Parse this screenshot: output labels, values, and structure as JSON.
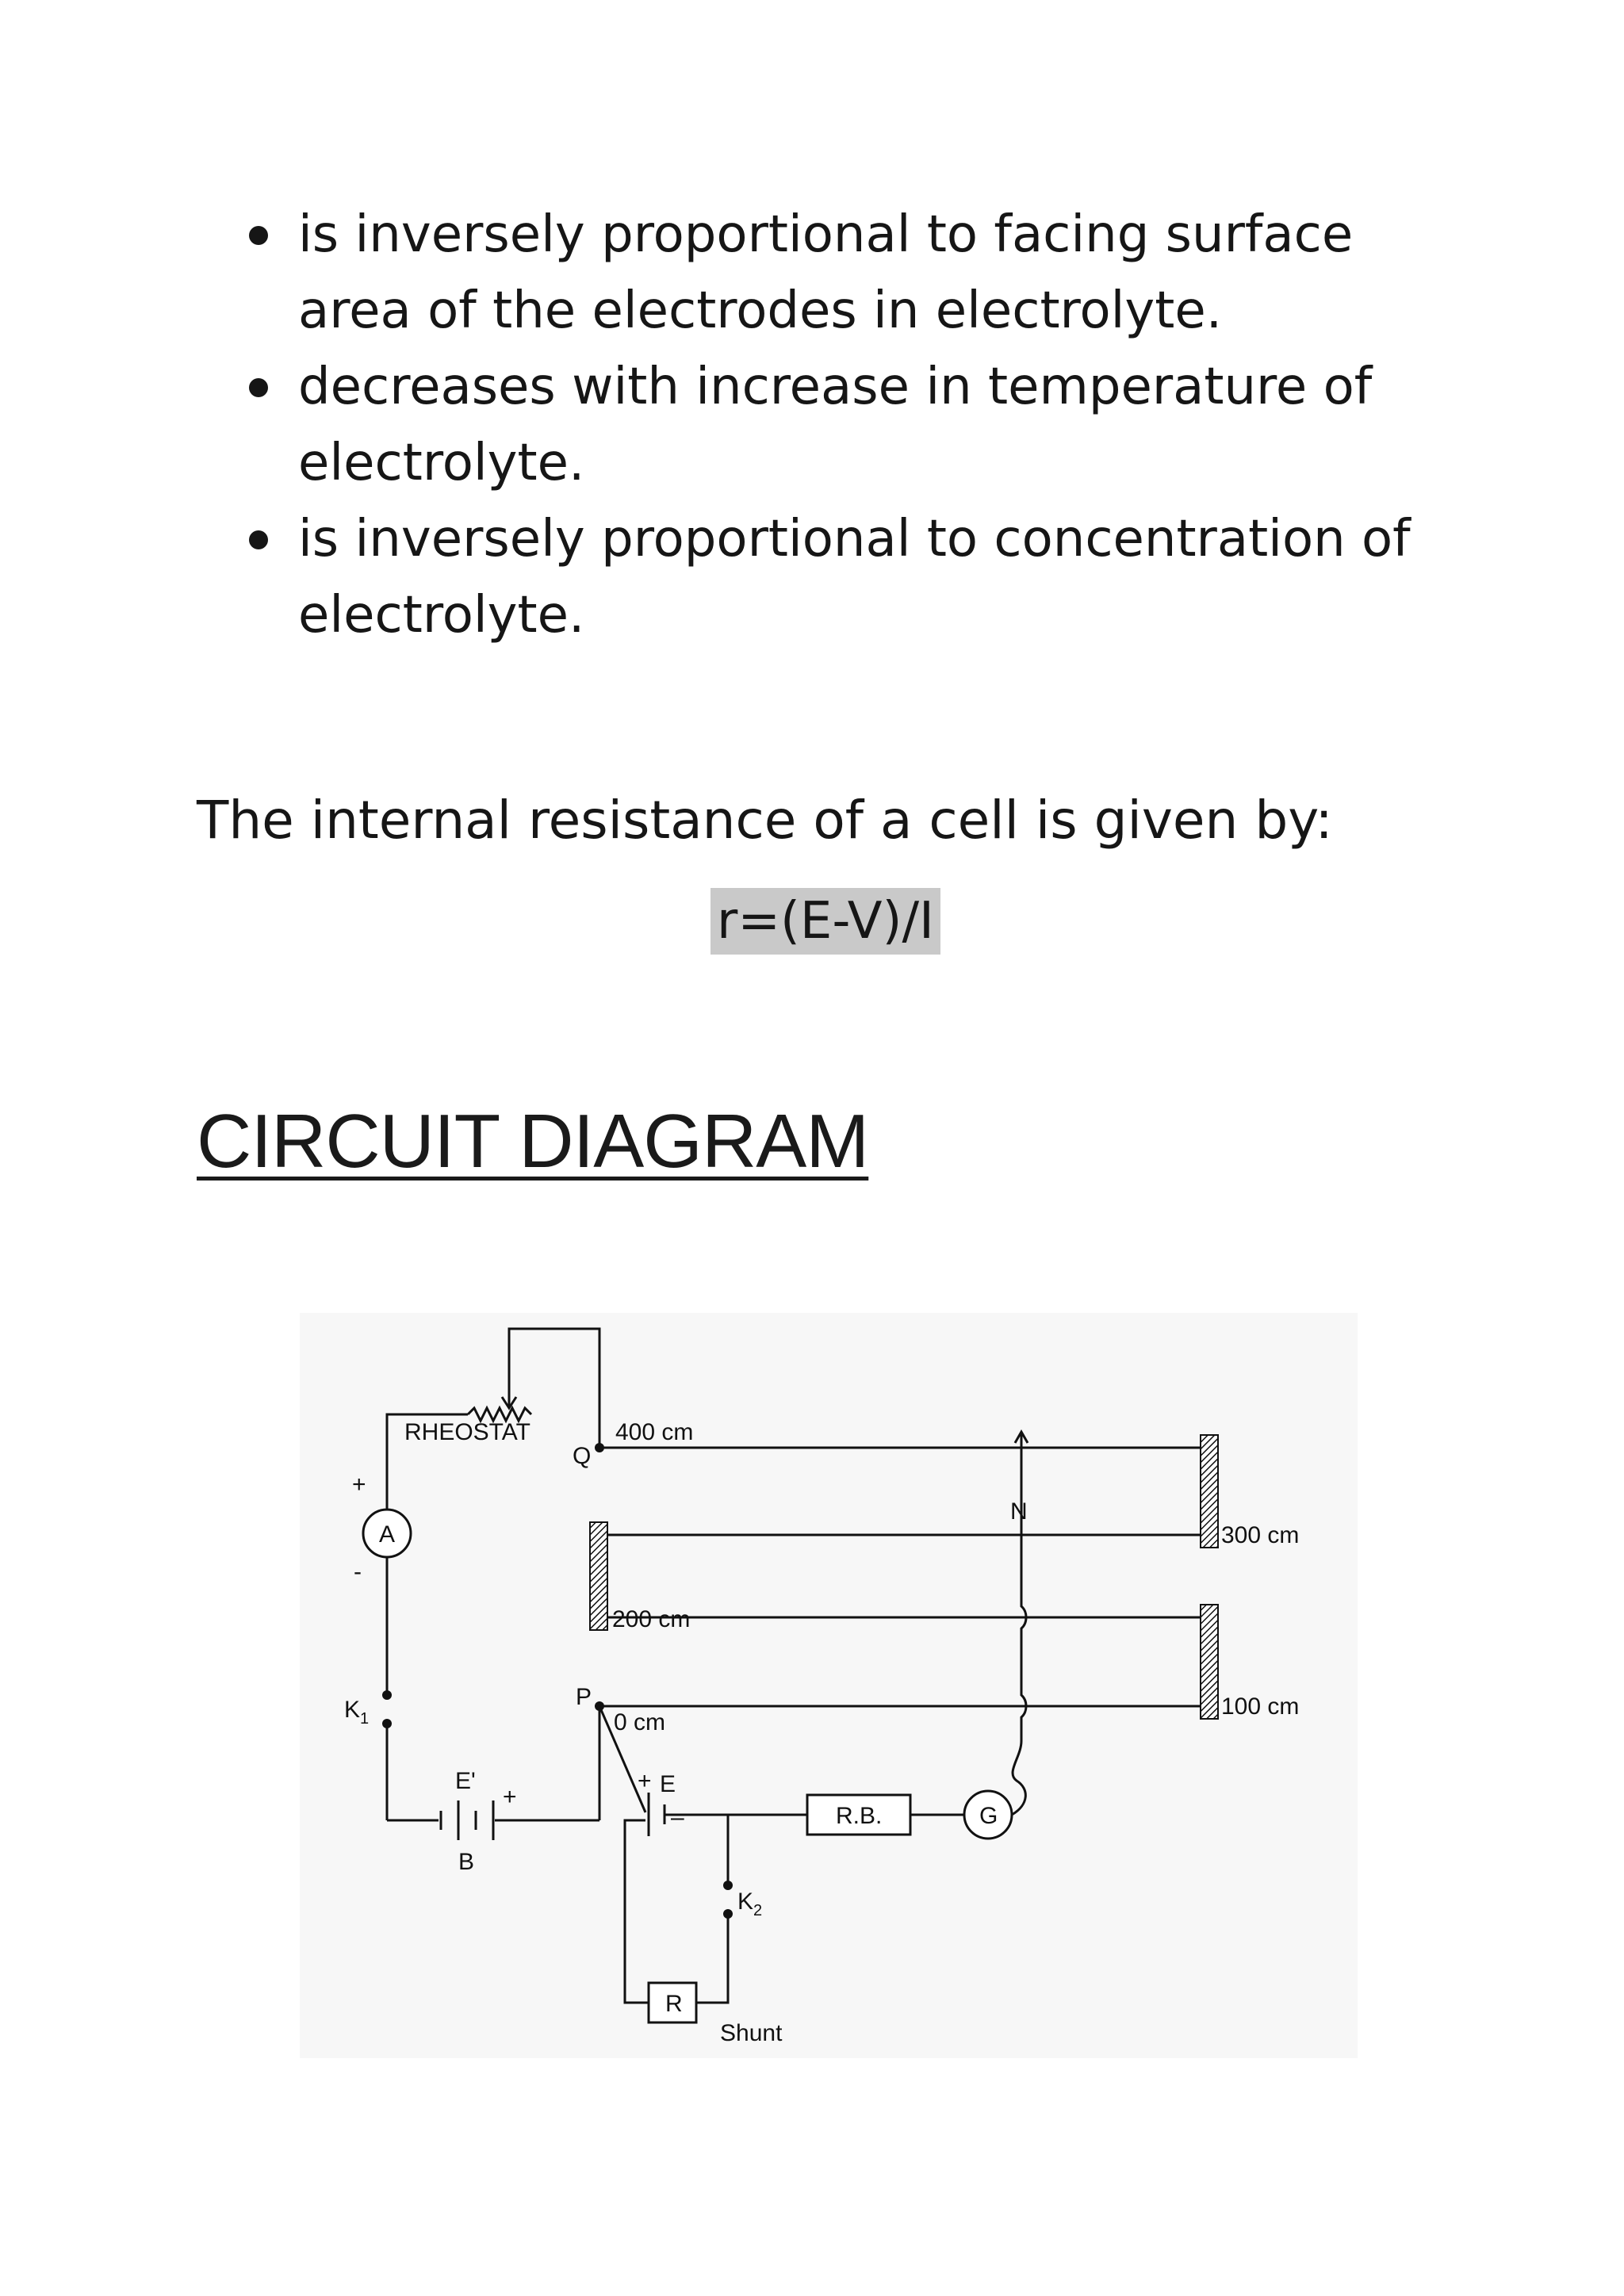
{
  "bullets": [
    "is inversely proportional to facing surface area of the electrodes in electrolyte.",
    "decreases with increase in temperature of electrolyte.",
    "is inversely proportional to concentration of electrolyte."
  ],
  "intro_text": "The internal resistance of a cell is given by:",
  "formula": "r=(E-V)/I",
  "section_title": "CIRCUIT DIAGRAM",
  "diagram": {
    "rheostat_label": "RHEOSTAT",
    "ammeter_label": "A",
    "ammeter_plus": "+",
    "ammeter_minus": "-",
    "key1_label": "K",
    "key1_sub": "1",
    "key2_label": "K",
    "key2_sub": "2",
    "driver_cell_label": "E'",
    "driver_cell_plus": "+",
    "battery_label": "B",
    "point_q": "Q",
    "point_p": "P",
    "point_n": "N",
    "cell_label": "E",
    "cell_plus": "+",
    "cell_minus": "–",
    "scale_400": "400 cm",
    "scale_300": "300 cm",
    "scale_200": "200 cm",
    "scale_100": "100 cm",
    "scale_0": "0 cm",
    "resistance_box": "R.B.",
    "galvanometer": "G",
    "resistor": "R",
    "shunt_label": "Shunt"
  }
}
